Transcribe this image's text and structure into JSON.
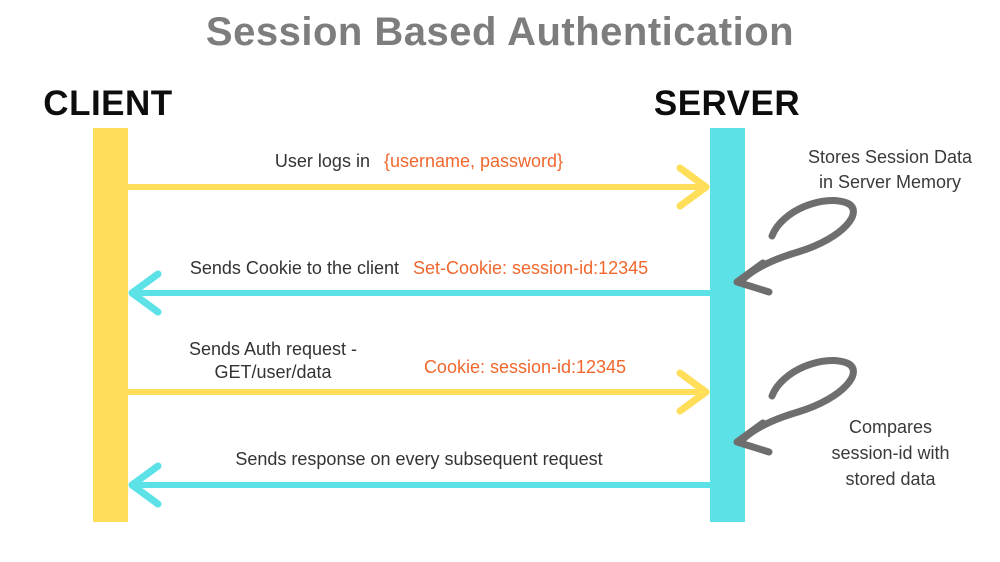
{
  "title": "Session Based Authentication",
  "actors": {
    "client": "CLIENT",
    "server": "SERVER"
  },
  "colors": {
    "client-bar": "#FFDE59",
    "server-bar": "#5CE1E6",
    "accent-orange": "#F1672D",
    "title-gray": "#7D7D7D",
    "text-dark": "#333333",
    "note-arrow-gray": "#6E6E6E"
  },
  "messages": [
    {
      "label": "User logs in",
      "payload": "{username, password}",
      "direction": "client-to-server"
    },
    {
      "label": "Sends Cookie to the client",
      "payload": "Set-Cookie: session-id:12345",
      "direction": "server-to-client"
    },
    {
      "label_line1": "Sends Auth request -",
      "label_line2": "GET/user/data",
      "payload": "Cookie: session-id:12345",
      "direction": "client-to-server"
    },
    {
      "label": "Sends response on every subsequent request",
      "payload": "",
      "direction": "server-to-client"
    }
  ],
  "notes": [
    {
      "line1": "Stores Session Data",
      "line2": "in Server Memory"
    },
    {
      "line1": "Compares",
      "line2": "session-id with",
      "line3": "stored data"
    }
  ]
}
